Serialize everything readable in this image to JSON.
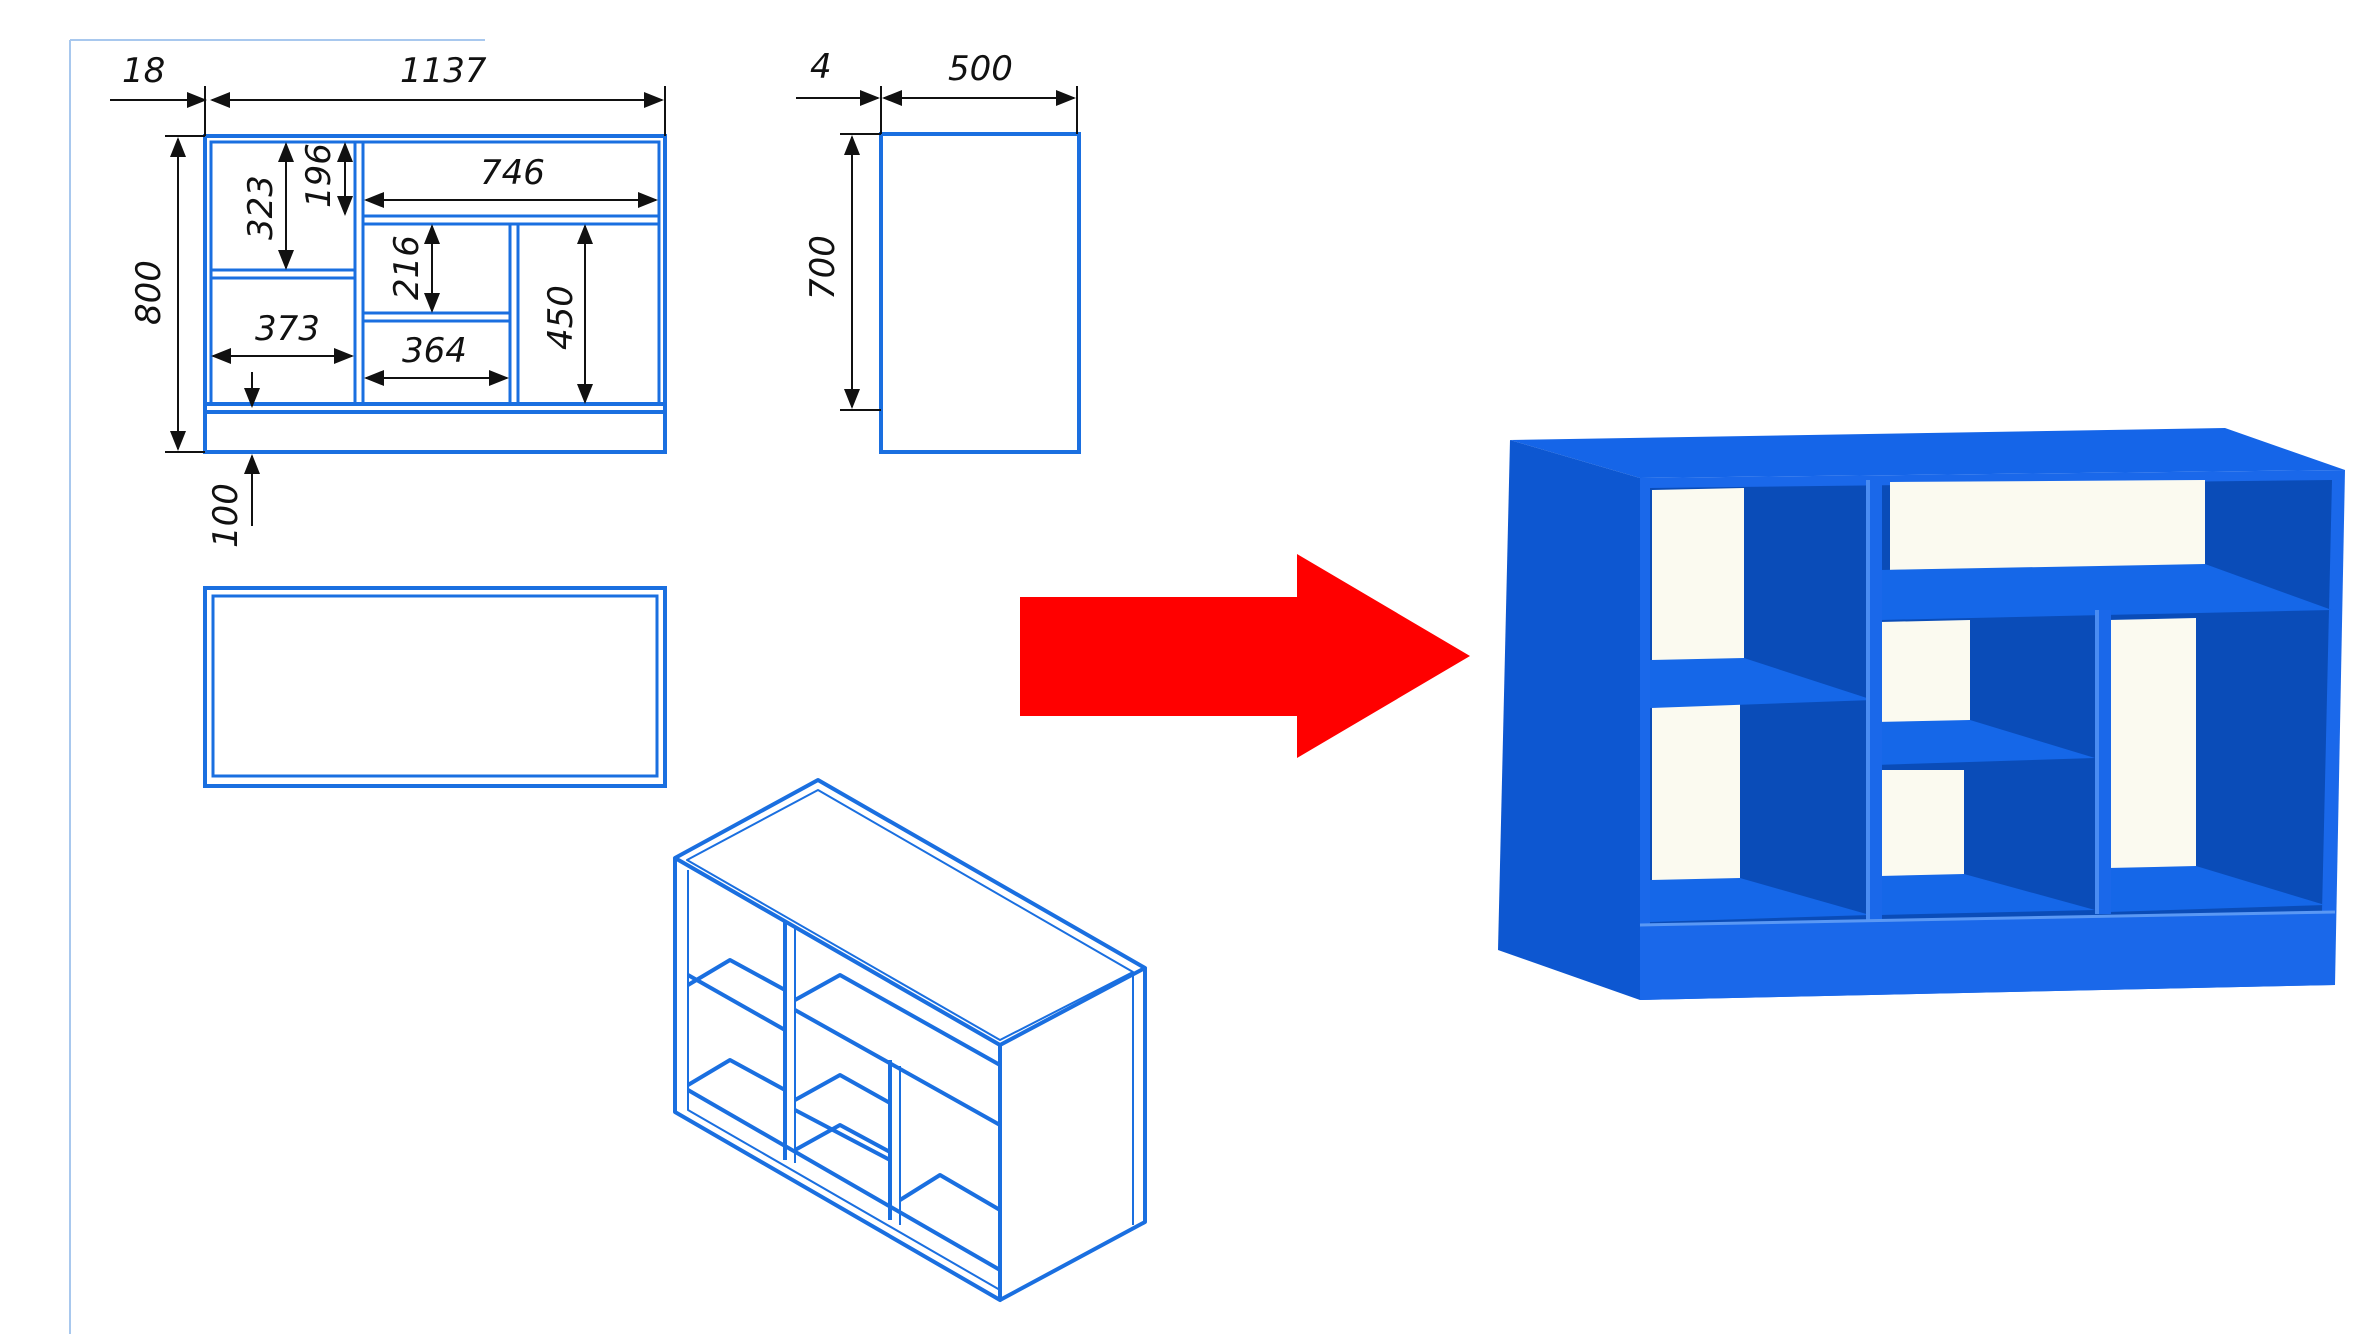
{
  "dimensions": {
    "front_left_panel": "18",
    "front_width": "1137",
    "top_drawer_height": "196",
    "left_upper_height": "323",
    "top_niche_width": "746",
    "center_upper_height": "216",
    "right_niche_height": "450",
    "left_lower_width": "373",
    "center_lower_width": "364",
    "total_height": "800",
    "plinth_height": "100",
    "side_back_offset": "4",
    "side_depth": "500",
    "side_height": "700"
  },
  "colors": {
    "drawing_line": "#1a6fe0",
    "arrow": "#ff0000",
    "model_top": "#1565e8",
    "model_front": "#1a66e6",
    "model_dark": "#0b4fc0",
    "model_back": "#fbfaf0"
  }
}
